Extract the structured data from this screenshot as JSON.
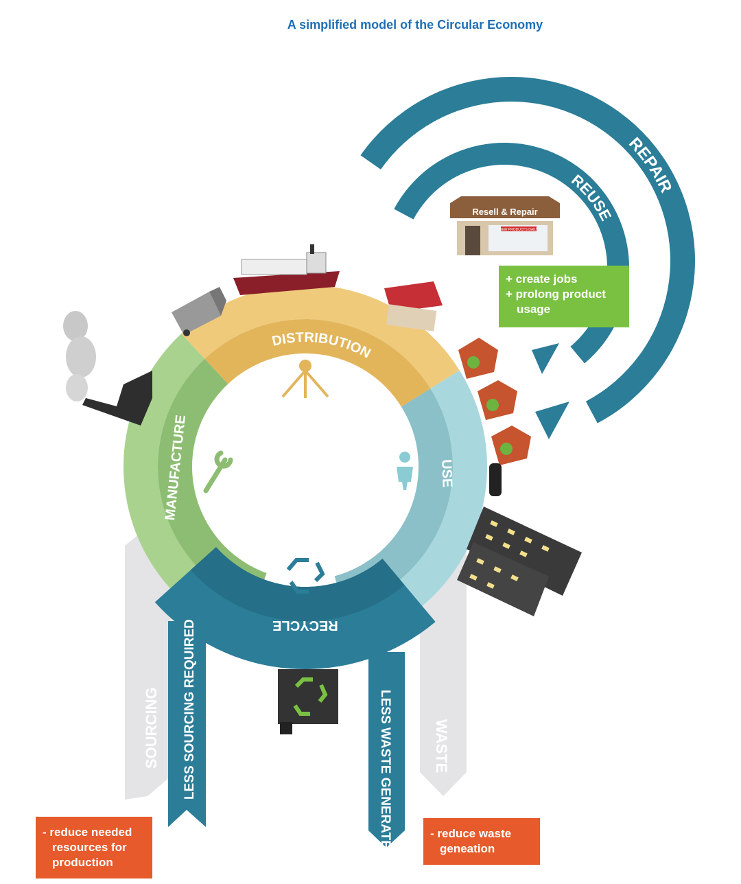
{
  "title": "A simplified model of the Circular Economy",
  "stages": {
    "distribution": "DISTRIBUTION",
    "use": "USE",
    "recycle": "RECYCLE",
    "manufacture": "MANUFACTURE"
  },
  "loops": {
    "repair": "REPAIR",
    "reuse": "REUSE"
  },
  "shop_sign": "Resell & Repair",
  "shop_banner": "NEW PRODUCTS DAILY",
  "flows": {
    "sourcing": "SOURCING",
    "less_sourcing": "LESS SOURCING REQUIRED",
    "less_waste": "LESS WASTE GENERATED",
    "waste": "WASTE"
  },
  "benefits": {
    "reuse": [
      "+ create jobs",
      "+ prolong product",
      "usage"
    ],
    "sourcing": [
      "- reduce needed",
      "resources for",
      "production"
    ],
    "waste": [
      "- reduce waste",
      "geneation"
    ]
  },
  "colors": {
    "title": "#1f6fb5",
    "distribution": "#ebc36b",
    "use": "#9ccfd6",
    "recycle": "#2b7d98",
    "manufacture": "#97c57c",
    "loop": "#2b7d98",
    "green_box": "#7ac142",
    "orange_box": "#e65a2b",
    "gray": "#e4e4e6"
  }
}
